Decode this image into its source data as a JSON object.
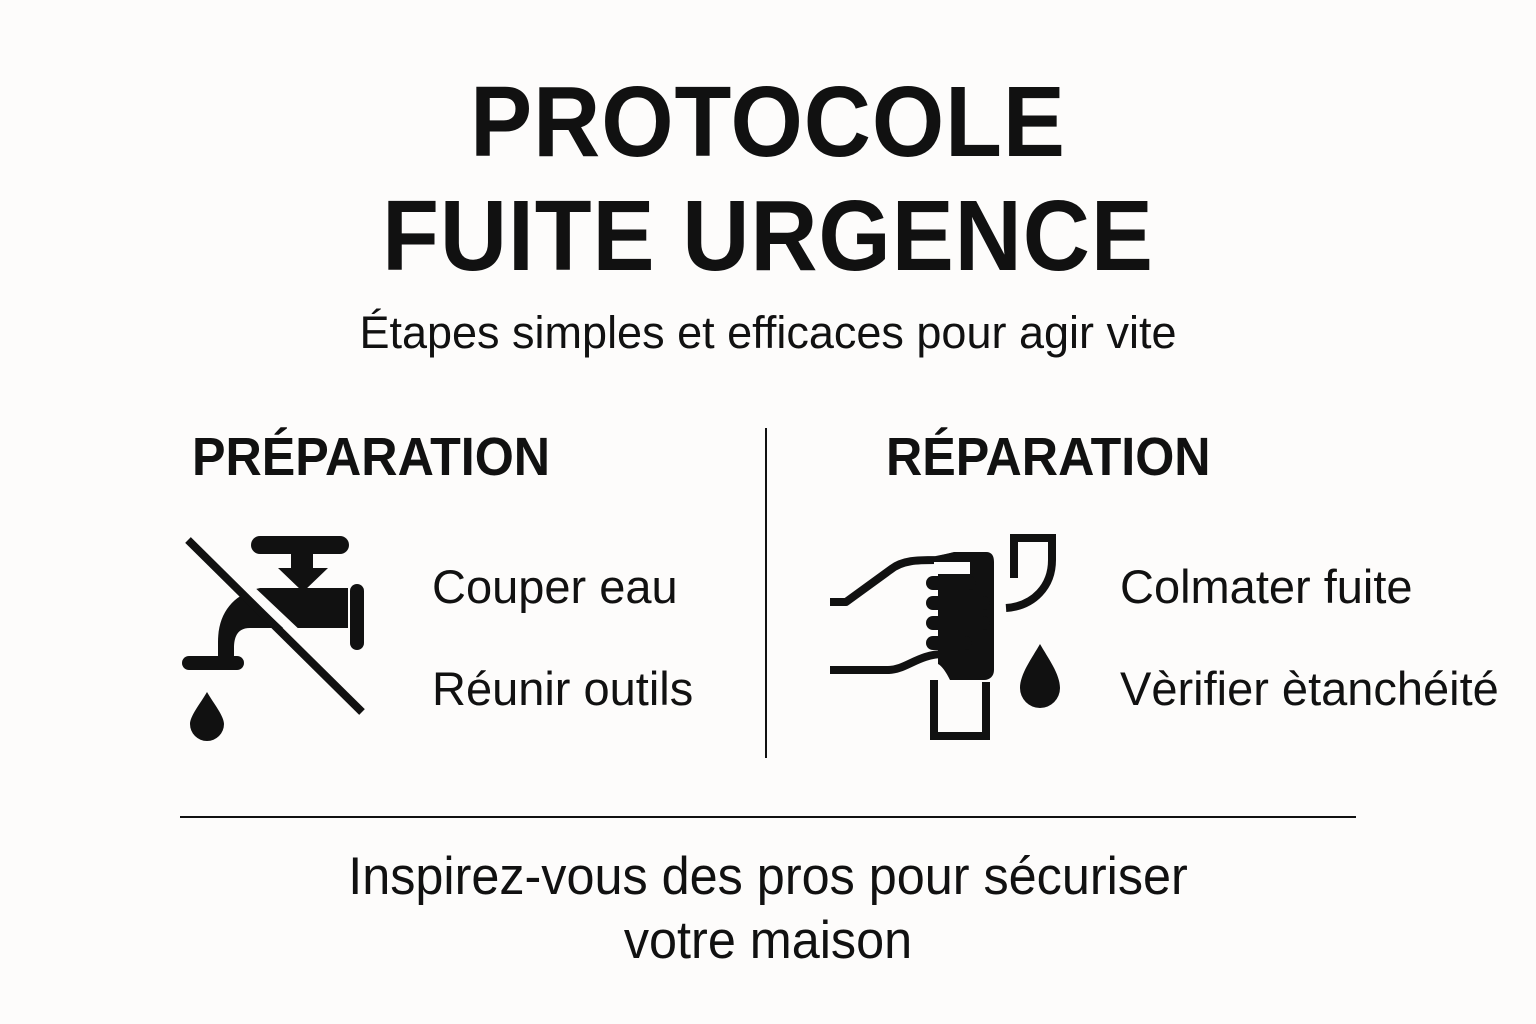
{
  "header": {
    "title_line1": "PROTOCOLE",
    "title_line2": "FUITE URGENCE",
    "subtitle": "Étapes simples et efficaces pour agir vite"
  },
  "sections": [
    {
      "heading": "PRÉPARATION",
      "icon": "faucet-off-icon",
      "steps": [
        "Couper eau",
        "Réunir outils"
      ]
    },
    {
      "heading": "RÉPARATION",
      "icon": "hand-sealing-pipe-icon",
      "steps": [
        "Colmater fuite",
        "Vèrifier ètanchéité"
      ]
    }
  ],
  "footer": {
    "line1": "Inspirez-vous des pros pour sécuriser",
    "line2": "votre maison"
  },
  "colors": {
    "background": "#fdfcfb",
    "ink": "#111111"
  }
}
